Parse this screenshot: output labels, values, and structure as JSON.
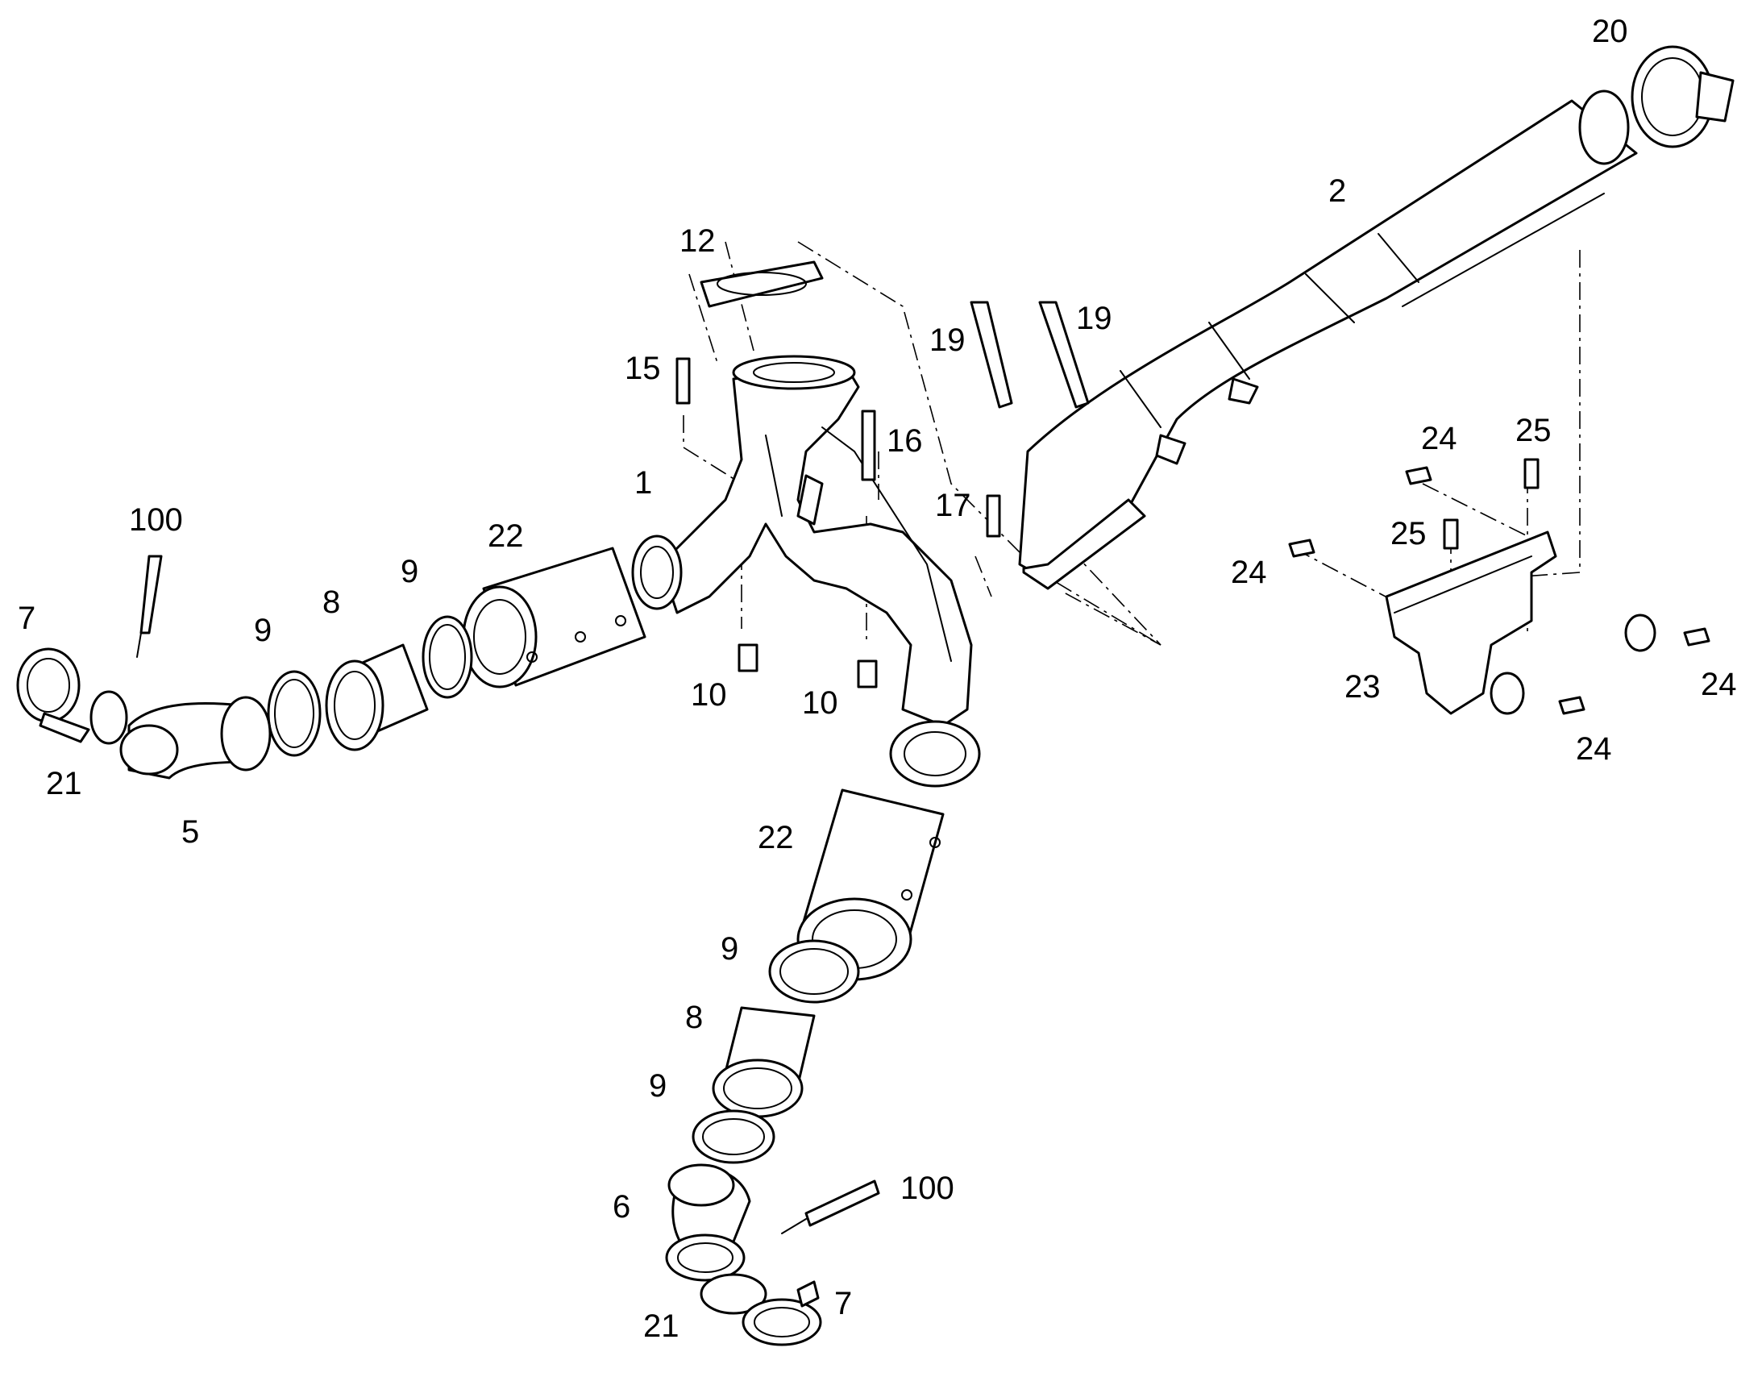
{
  "callouts": [
    "1",
    "2",
    "5",
    "6",
    "7",
    "7",
    "8",
    "8",
    "9",
    "9",
    "9",
    "9",
    "10",
    "10",
    "12",
    "15",
    "16",
    "17",
    "19",
    "19",
    "20",
    "21",
    "21",
    "22",
    "22",
    "23",
    "24",
    "24",
    "24",
    "24",
    "25",
    "25",
    "100",
    "100"
  ],
  "colors": {
    "line": "#000000",
    "background": "#ffffff"
  }
}
